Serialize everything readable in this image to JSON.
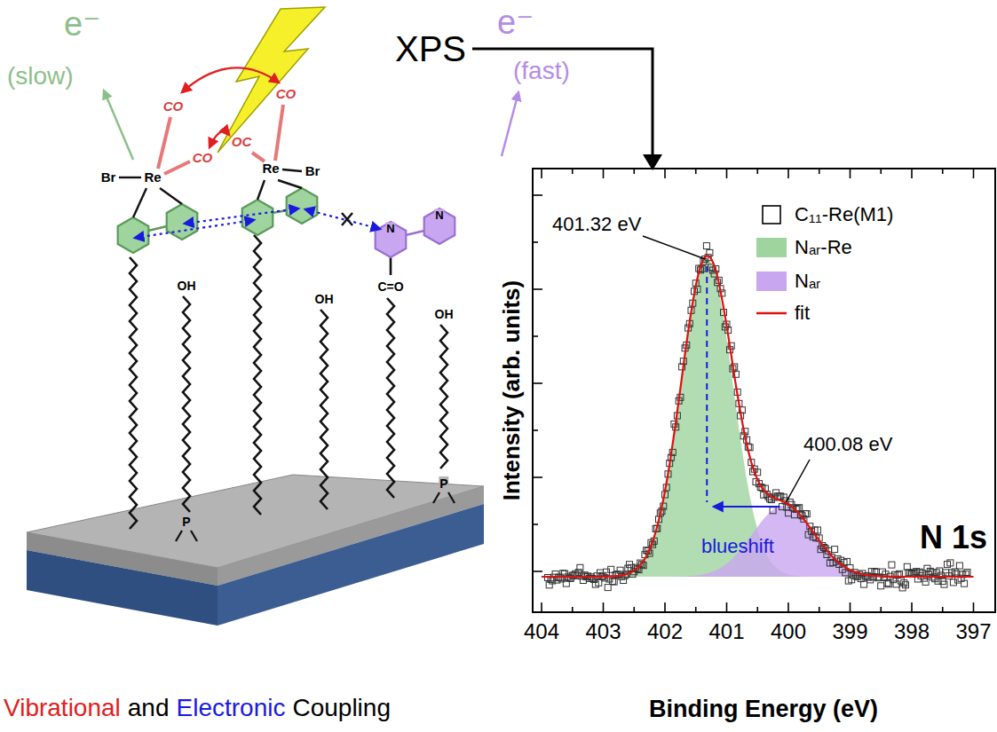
{
  "diagram": {
    "labels": [
      "e⁻",
      "(slow)",
      "e⁻",
      "(fast)",
      "XPS",
      "Br",
      "Re",
      "CO",
      "CO",
      "OC",
      "CO",
      "Re",
      "Br",
      "N",
      "N",
      "OH",
      "OH",
      "OH",
      "C=O",
      "P",
      "P",
      "401.32 eV",
      "400.08 eV",
      "blueshift",
      "N 1s",
      "Intensity (arb. units)",
      "Binding Energy (eV)",
      "404",
      "403",
      "402",
      "401",
      "400",
      "399",
      "398",
      "397",
      "Vibrational",
      "and",
      "Electronic",
      "Coupling"
    ],
    "legend": [
      {
        "text": "C₁₁-Re(M1)"
      },
      {
        "text": "Nₐᵣ-Re",
        "color": "#9fd49f"
      },
      {
        "text": "Nₐᵣ",
        "color": "#c9a6f0"
      },
      {
        "text": "fit"
      }
    ]
  }
}
